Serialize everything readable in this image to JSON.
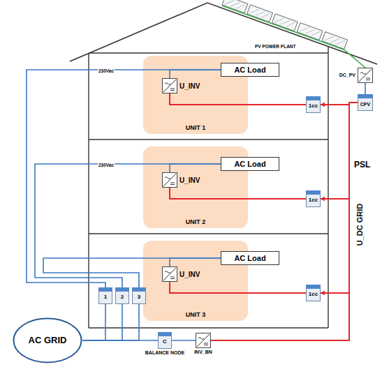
{
  "diagram": {
    "nodes": [
      {
        "text": [
          "DC_PV"
        ]
      },
      {
        "text": [
          "CPV"
        ]
      },
      {
        "text": [
          "UNIT 1"
        ]
      },
      {
        "text": [
          "U_INV"
        ],
        "in": 2
      },
      {
        "text": [
          "AC Load"
        ]
      },
      {
        "text": [
          "1cc"
        ]
      },
      {
        "text": [
          "UNIT 2"
        ]
      },
      {
        "text": [
          "U_INV"
        ],
        "in": 6
      },
      {
        "text": [
          "AC Load"
        ]
      },
      {
        "text": [
          "1cc"
        ]
      },
      {
        "text": [
          "UNIT 3"
        ]
      },
      {
        "text": [
          "U_INV"
        ],
        "in": 10
      },
      {
        "text": [
          "AC Load"
        ]
      },
      {
        "text": [
          "1cc"
        ]
      },
      {
        "text": [
          "1"
        ]
      },
      {
        "text": [
          "2"
        ]
      },
      {
        "text": [
          "3"
        ]
      },
      {
        "text": [
          "AC GRID"
        ]
      },
      {
        "text": [
          "C",
          "BALANCE NODE"
        ]
      },
      {
        "text": [
          "INV_BN"
        ]
      }
    ],
    "edges": [
      {
        "from": 0,
        "to": 1,
        "arrow": "none"
      },
      {
        "from": 14,
        "to": 4,
        "label": "230Vac",
        "arrow": "none"
      },
      {
        "from": 15,
        "to": 8,
        "label": "230Vac",
        "arrow": "none"
      },
      {
        "from": 16,
        "to": 12,
        "arrow": "none"
      },
      {
        "from": 3,
        "to": 4,
        "arrow": "none"
      },
      {
        "from": 7,
        "to": 8,
        "arrow": "none"
      },
      {
        "from": 11,
        "to": 12,
        "arrow": "none"
      },
      {
        "from": 3,
        "to": 5,
        "arrow": "none"
      },
      {
        "from": 7,
        "to": 9,
        "arrow": "none"
      },
      {
        "from": 11,
        "to": 13,
        "arrow": "none"
      },
      {
        "from": 1,
        "to": 5,
        "arrow": "to"
      },
      {
        "from": 1,
        "to": 9,
        "arrow": "to"
      },
      {
        "from": 1,
        "to": 13,
        "arrow": "to"
      },
      {
        "from": 19,
        "to": 1,
        "arrow": "none"
      },
      {
        "from": 17,
        "to": 14,
        "arrow": "none"
      },
      {
        "from": 17,
        "to": 15,
        "arrow": "none"
      },
      {
        "from": 17,
        "to": 16,
        "arrow": "none"
      },
      {
        "from": 17,
        "to": 18,
        "arrow": "none"
      },
      {
        "from": 18,
        "to": 19,
        "arrow": "none"
      }
    ],
    "labels": [
      "PV POWER PLANT",
      "PSL",
      "U_DC GRID"
    ]
  }
}
